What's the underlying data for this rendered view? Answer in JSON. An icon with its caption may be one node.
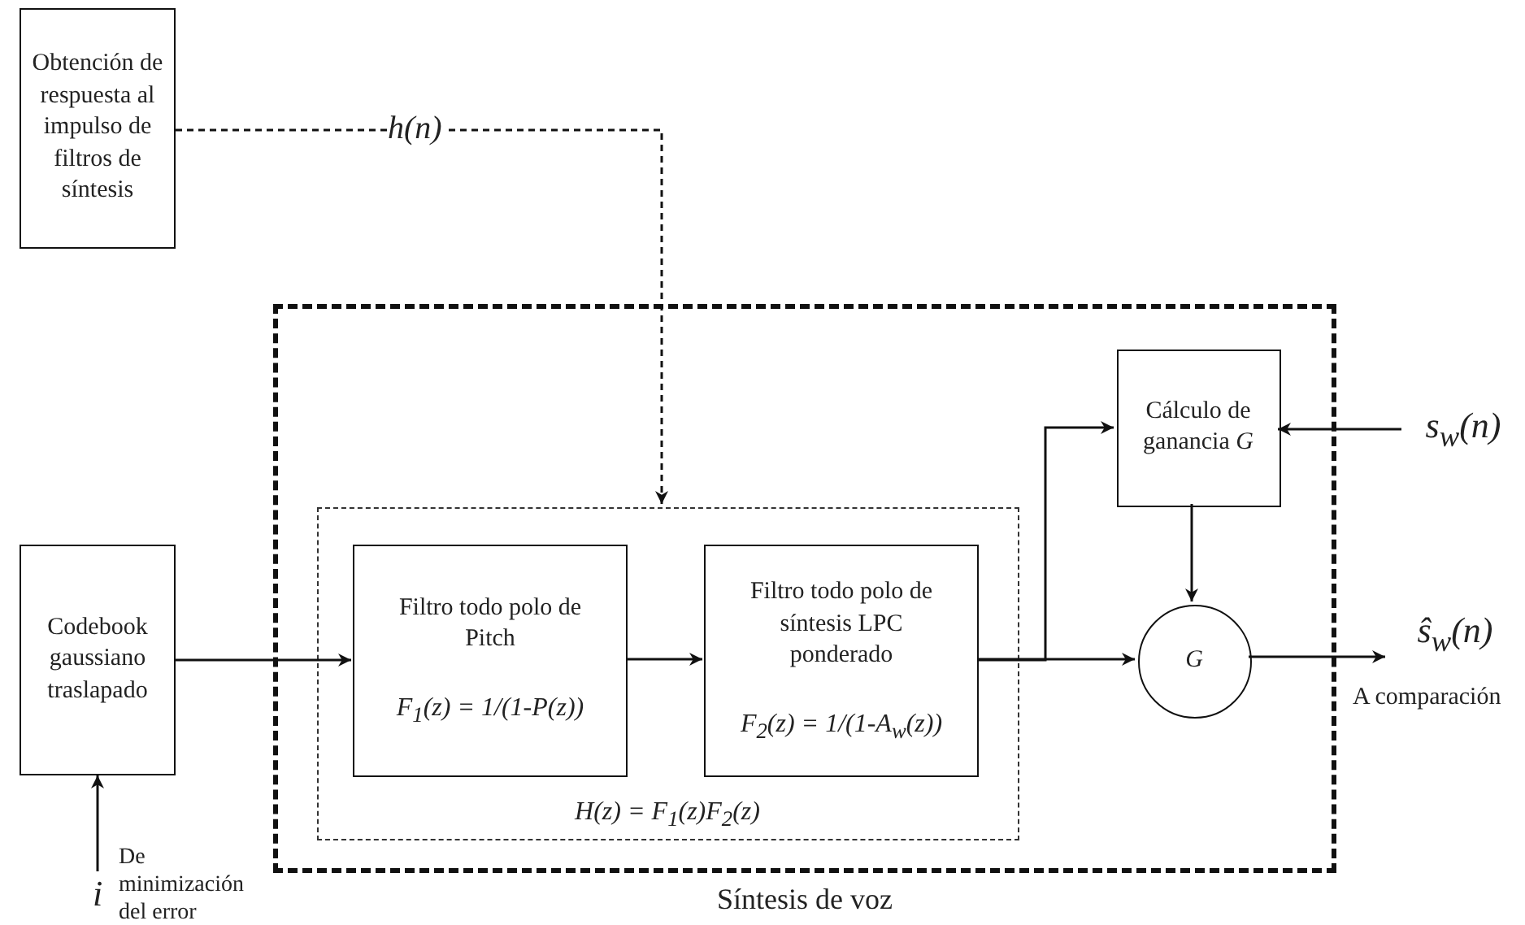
{
  "diagram": {
    "nodes": [
      {
        "text": [
          "Obtención de respuesta al impulso de filtros de síntesis"
        ]
      },
      {
        "text": [
          "Síntesis de voz"
        ]
      },
      {
        "text": [
          "H(z) = F$_{1}$(z)F$_{2}$(z)"
        ],
        "in": 1
      },
      {
        "text": [
          "Codebook gaussiano traslapado"
        ]
      },
      {
        "text": [
          "Filtro todo polo de Pitch",
          "F$_{1}$(z) = 1/(1-P(z))"
        ],
        "in": 2
      },
      {
        "text": [
          "Filtro todo polo de síntesis LPC ponderado",
          "F$_{2}$(z) = 1/(1-A$_{w}$(z))"
        ],
        "in": 2
      },
      {
        "text": [
          "Cálculo de ganancia *G*"
        ],
        "in": 1
      },
      {
        "text": [
          "G"
        ],
        "in": 1
      },
      {
        "text": [
          "s$_{w}$(n)"
        ]
      },
      {
        "text": [
          "ŝ$_{w}$(n)"
        ],
        "beside": [
          "A comparación"
        ]
      },
      {
        "text": [
          "i"
        ],
        "beside": [
          "De minimización del error"
        ]
      }
    ],
    "edges": [
      {
        "from": 0,
        "to": 2,
        "arrow": "to",
        "label": "h(n)",
        "style": "dashed"
      },
      {
        "from": 3,
        "to": 4,
        "arrow": "to"
      },
      {
        "from": 4,
        "to": 5,
        "arrow": "to"
      },
      {
        "from": 5,
        "to": 7,
        "arrow": "to"
      },
      {
        "from": 5,
        "to": 6,
        "arrow": "to"
      },
      {
        "from": 8,
        "to": 6,
        "arrow": "to"
      },
      {
        "from": 6,
        "to": 7,
        "arrow": "to"
      },
      {
        "from": 7,
        "to": 9,
        "arrow": "to"
      },
      {
        "from": 10,
        "to": 3,
        "arrow": "to"
      }
    ]
  }
}
